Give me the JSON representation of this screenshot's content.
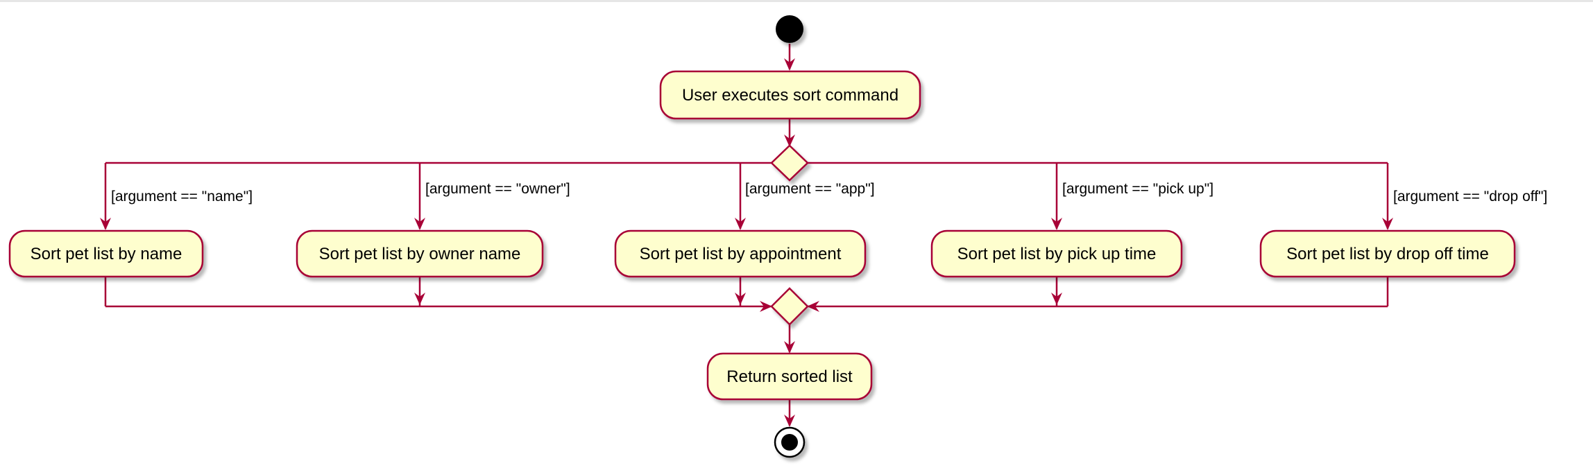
{
  "colors": {
    "node_fill": "#FEFECE",
    "node_stroke": "#A80036",
    "edge": "#A80036",
    "shadow": "#C8C8C8",
    "start": "#000000"
  },
  "actions": {
    "execute": "User executes sort command",
    "sort_name": "Sort pet list by name",
    "sort_owner": "Sort pet list by owner name",
    "sort_app": "Sort pet list by appointment",
    "sort_pickup": "Sort pet list by pick up time",
    "sort_dropoff": "Sort pet list by drop off time",
    "return": "Return sorted list"
  },
  "guards": {
    "name": "[argument == \"name\"]",
    "owner": "[argument == \"owner\"]",
    "app": "[argument == \"app\"]",
    "pickup": "[argument == \"pick up\"]",
    "dropoff": "[argument == \"drop off\"]"
  }
}
